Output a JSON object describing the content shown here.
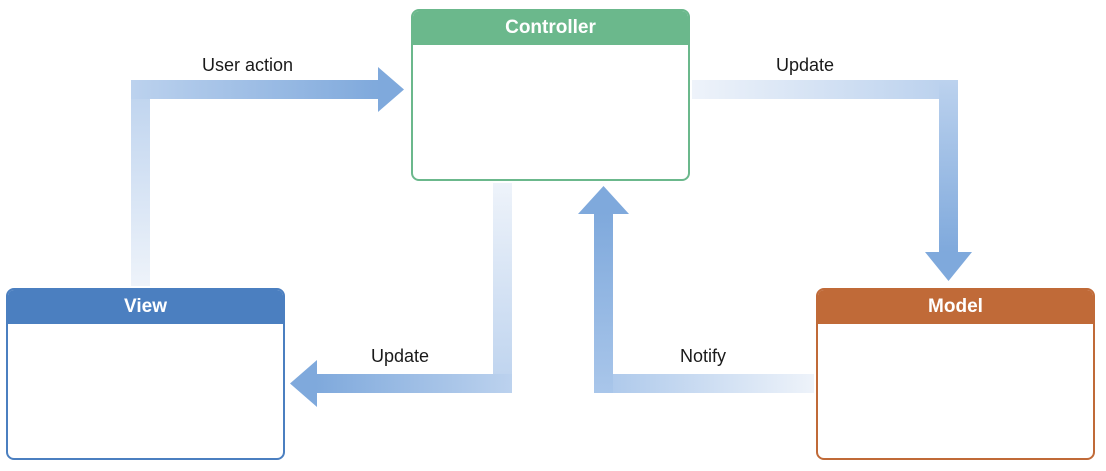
{
  "boxes": {
    "controller": {
      "title": "Controller",
      "color": "#6bb88c"
    },
    "view": {
      "title": "View",
      "color": "#4b7fc0"
    },
    "model": {
      "title": "Model",
      "color": "#c06a38"
    }
  },
  "arrows": {
    "user_action": {
      "label": "User action"
    },
    "update_model": {
      "label": "Update"
    },
    "update_view": {
      "label": "Update"
    },
    "notify": {
      "label": "Notify"
    }
  },
  "colors": {
    "arrow": "#7fa9dc",
    "arrow_faded": "#eef3fa"
  }
}
